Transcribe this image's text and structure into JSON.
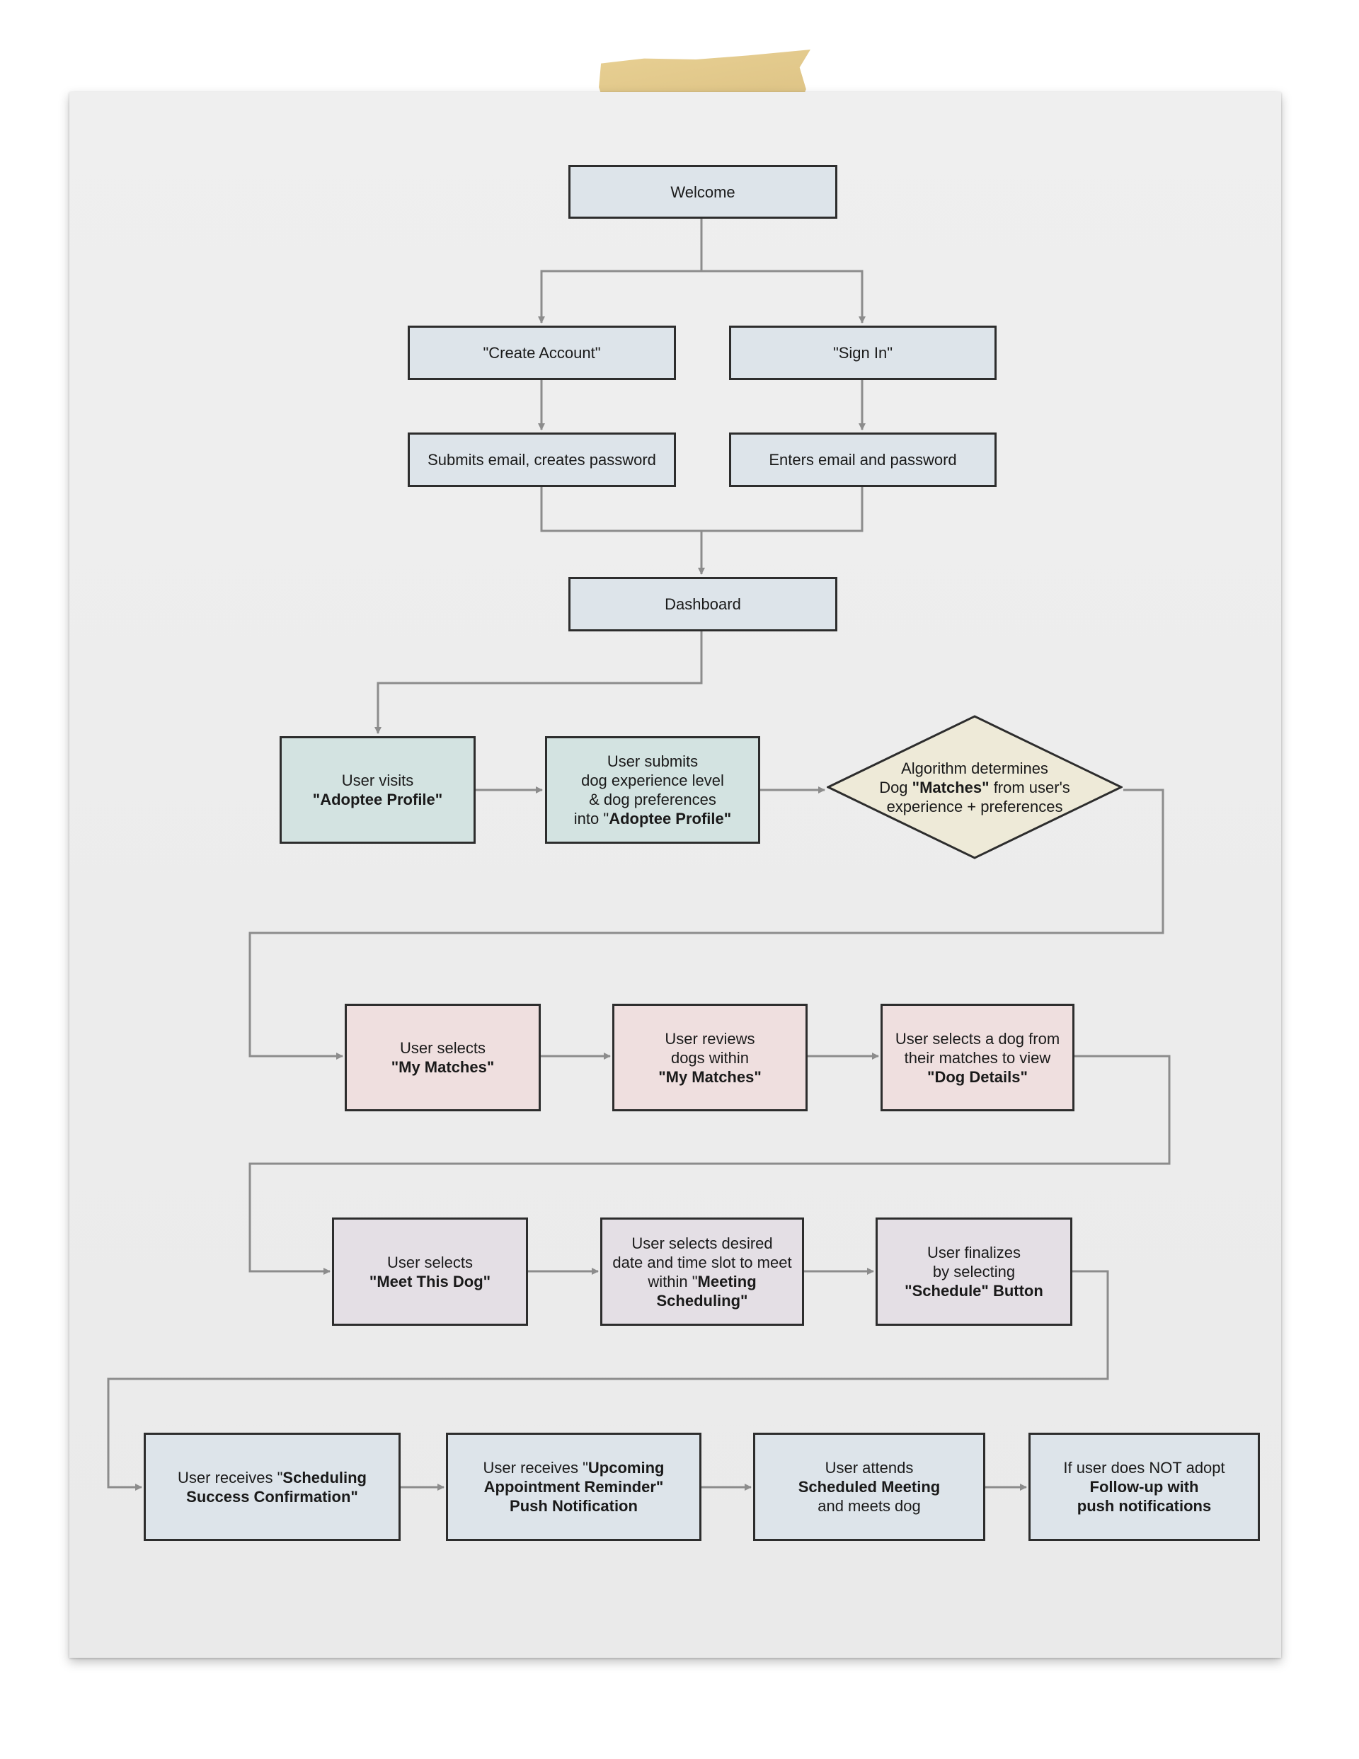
{
  "diagram": {
    "nodes": {
      "welcome": {
        "parts": [
          {
            "t": "Welcome",
            "b": false
          }
        ]
      },
      "create_account": {
        "parts": [
          {
            "t": "\"Create Account\"",
            "b": false
          }
        ]
      },
      "sign_in": {
        "parts": [
          {
            "t": "\"Sign In\"",
            "b": false
          }
        ]
      },
      "submits_email": {
        "parts": [
          {
            "t": "Submits email, creates password",
            "b": false
          }
        ]
      },
      "enters_email": {
        "parts": [
          {
            "t": "Enters email and password",
            "b": false
          }
        ]
      },
      "dashboard": {
        "parts": [
          {
            "t": "Dashboard",
            "b": false
          }
        ]
      },
      "visits_profile": {
        "parts": [
          {
            "t": "User visits\n",
            "b": false
          },
          {
            "t": "\"Adoptee Profile\"",
            "b": true
          }
        ]
      },
      "submits_profile": {
        "parts": [
          {
            "t": "User submits\ndog experience level\n& dog preferences\ninto \"",
            "b": false
          },
          {
            "t": "Adoptee Profile\"",
            "b": true
          }
        ]
      },
      "algorithm": {
        "parts": [
          {
            "t": "Algorithm determines\nDog ",
            "b": false
          },
          {
            "t": "\"Matches\"",
            "b": true
          },
          {
            "t": " from user's\nexperience + preferences",
            "b": false
          }
        ]
      },
      "selects_matches": {
        "parts": [
          {
            "t": "User selects\n",
            "b": false
          },
          {
            "t": "\"My Matches\"",
            "b": true
          }
        ]
      },
      "reviews_dogs": {
        "parts": [
          {
            "t": "User reviews\ndogs within\n",
            "b": false
          },
          {
            "t": "\"My Matches\"",
            "b": true
          }
        ]
      },
      "selects_dog": {
        "parts": [
          {
            "t": "User selects a dog from\ntheir matches to view\n",
            "b": false
          },
          {
            "t": "\"Dog Details\"",
            "b": true
          }
        ]
      },
      "meet_dog": {
        "parts": [
          {
            "t": "User selects\n",
            "b": false
          },
          {
            "t": "\"Meet This Dog\"",
            "b": true
          }
        ]
      },
      "meeting_scheduling": {
        "parts": [
          {
            "t": "User selects desired\ndate and time slot to meet\nwithin \"",
            "b": false
          },
          {
            "t": "Meeting\nScheduling\"",
            "b": true
          }
        ]
      },
      "finalizes": {
        "parts": [
          {
            "t": "User finalizes\nby selecting\n",
            "b": false
          },
          {
            "t": "\"Schedule\" Button",
            "b": true
          }
        ]
      },
      "confirmation": {
        "parts": [
          {
            "t": "User receives \"",
            "b": false
          },
          {
            "t": "Scheduling\nSuccess Confirmation\"",
            "b": true
          }
        ]
      },
      "reminder": {
        "parts": [
          {
            "t": "User receives \"",
            "b": false
          },
          {
            "t": "Upcoming\nAppointment Reminder\"\nPush Notification",
            "b": true
          }
        ]
      },
      "attends": {
        "parts": [
          {
            "t": "User attends\n",
            "b": false
          },
          {
            "t": "Scheduled Meeting",
            "b": true
          },
          {
            "t": "\nand meets dog",
            "b": false
          }
        ]
      },
      "follow_up": {
        "parts": [
          {
            "t": "If user does NOT adopt\n",
            "b": false
          },
          {
            "t": "Follow-up with\npush notifications",
            "b": true
          }
        ]
      }
    },
    "colors": {
      "blue": "#dde4ea",
      "teal": "#d3e3e1",
      "pink": "#efdfdf",
      "lilac": "#e4dfe5",
      "diamond": "#eeead8",
      "border": "#2d2d2d",
      "connector": "#8c8c8c",
      "tape": "#e3c987"
    }
  }
}
